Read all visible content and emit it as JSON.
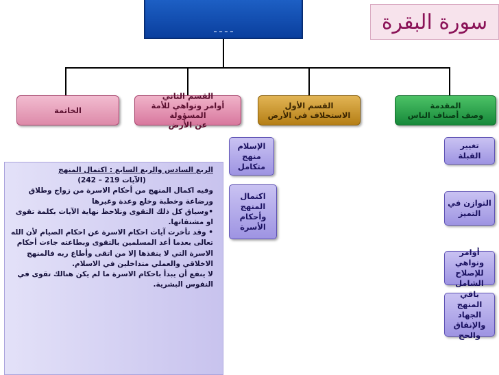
{
  "title": "سورة البقرة",
  "top_node": {
    "text": "ـ ـ ـ ـ"
  },
  "level1": {
    "intro": {
      "line1": "المقدمة",
      "line2": "وصف أصناف الناس"
    },
    "part1": {
      "line1": "القسم الأول",
      "line2": "الاستخلاف في الأرض"
    },
    "part2": {
      "line1": "القسم الثاني",
      "line2": "أوامر ونواهي للأمة المسؤولة",
      "line3": "عن الأرض"
    },
    "conclusion": {
      "line1": "الخاتمة"
    }
  },
  "intro_children": [
    {
      "line1": "تغيير القبلة"
    },
    {
      "line1": "التوازن في",
      "line2": "التميز"
    },
    {
      "line1": "أوامر ونواهي",
      "line2": "للإصلاح الشامل"
    },
    {
      "line1": "باقي المنهج",
      "line2": "الجهاد والإنفاق",
      "line3": "والحج"
    }
  ],
  "part1_children": [
    {
      "line1": "الإسلام منهج",
      "line2": "متكامل"
    },
    {
      "line1": "اكتمال المنهج",
      "line2": "وأحكام الأسرة"
    }
  ],
  "panel": {
    "heading": "الربع السادس والربع السابع : اكتمال المنهج",
    "verses": "(الآيات 219 – 242)",
    "p1": "وفيه اكمال المنهج من أحكام الاسرة من زواج وطلاق ورضاعة وخطبة وخلع وعدة وغيرها",
    "p2": "•وسياق كل ذلك التقوى ونلاحظ نهاية الآيات بكلمة تقوى او مشتقاتها.",
    "p3": "• وقد تأخرت آيات احكام الاسرة عن احكام الصيام لأن الله تعالى بعدما أعد المسلمين بالتقوى وبطاعته جاءت أحكام الاسرة التي لا ينفذها إلا من اتقى وأطاع ربه فالمنهج الاخلاقي والعملي متداخلين في الاسلام.",
    "p4": "لا ينفع أن يبدأ باحكام الاسرة ما لم يكن هنالك تقوى في النفوس البشرية."
  }
}
